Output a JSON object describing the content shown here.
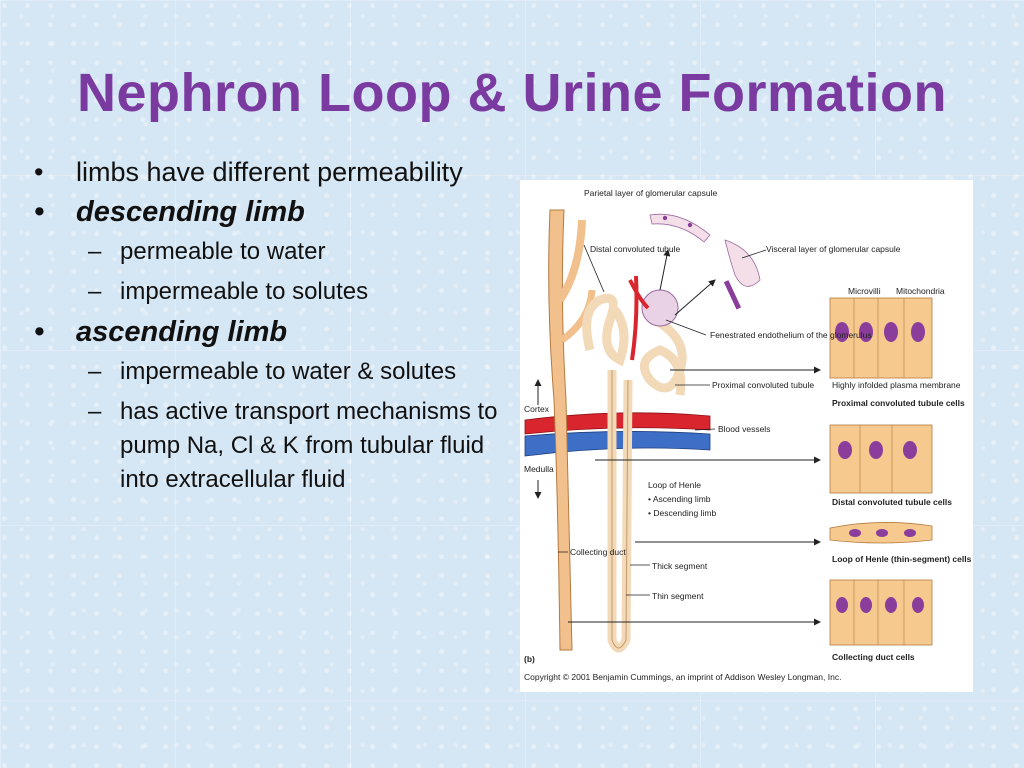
{
  "title": "Nephron Loop & Urine Formation",
  "bullets": [
    {
      "text": "limbs have different permeability",
      "emphasis": false,
      "subitems": []
    },
    {
      "text": "descending limb",
      "emphasis": true,
      "subitems": [
        "permeable to water",
        "impermeable to solutes"
      ]
    },
    {
      "text": "ascending limb",
      "emphasis": true,
      "subitems": [
        "impermeable to water & solutes",
        "has active transport mechanisms to pump Na, Cl & K from tubular fluid into extracellular fluid"
      ]
    }
  ],
  "figure": {
    "labels": {
      "parietal": "Parietal layer of glomerular capsule",
      "dct": "Distal convoluted tubule",
      "visceral": "Visceral layer of glomerular capsule",
      "microvilli": "Microvilli",
      "mitochondria": "Mitochondria",
      "fenestrated": "Fenestrated endothelium of the glomerulus",
      "pct": "Proximal convoluted tubule",
      "plasma_membrane": "Highly infolded plasma membrane",
      "cortex": "Cortex",
      "blood_vessels": "Blood vessels",
      "medulla": "Medulla",
      "loop": "Loop of Henle",
      "ascending": "• Ascending limb",
      "descending": "• Descending limb",
      "collecting_duct": "Collecting duct",
      "thick": "Thick segment",
      "thin": "Thin segment",
      "panel": "(b)"
    },
    "cell_captions": {
      "pct_cells": "Proximal convoluted tubule cells",
      "dct_cells": "Distal convoluted tubule cells",
      "loop_cells": "Loop of Henle (thin-segment) cells",
      "cd_cells": "Collecting duct cells"
    },
    "copyright": "Copyright © 2001 Benjamin Cummings, an imprint of Addison Wesley Longman, Inc.",
    "colors": {
      "tubule": "#f2d9b8",
      "tubule_outline": "#c49a6c",
      "artery": "#d9252e",
      "vein": "#3d6fc6",
      "nucleus": "#8b3d9b",
      "cell": "#f6c98f"
    }
  }
}
